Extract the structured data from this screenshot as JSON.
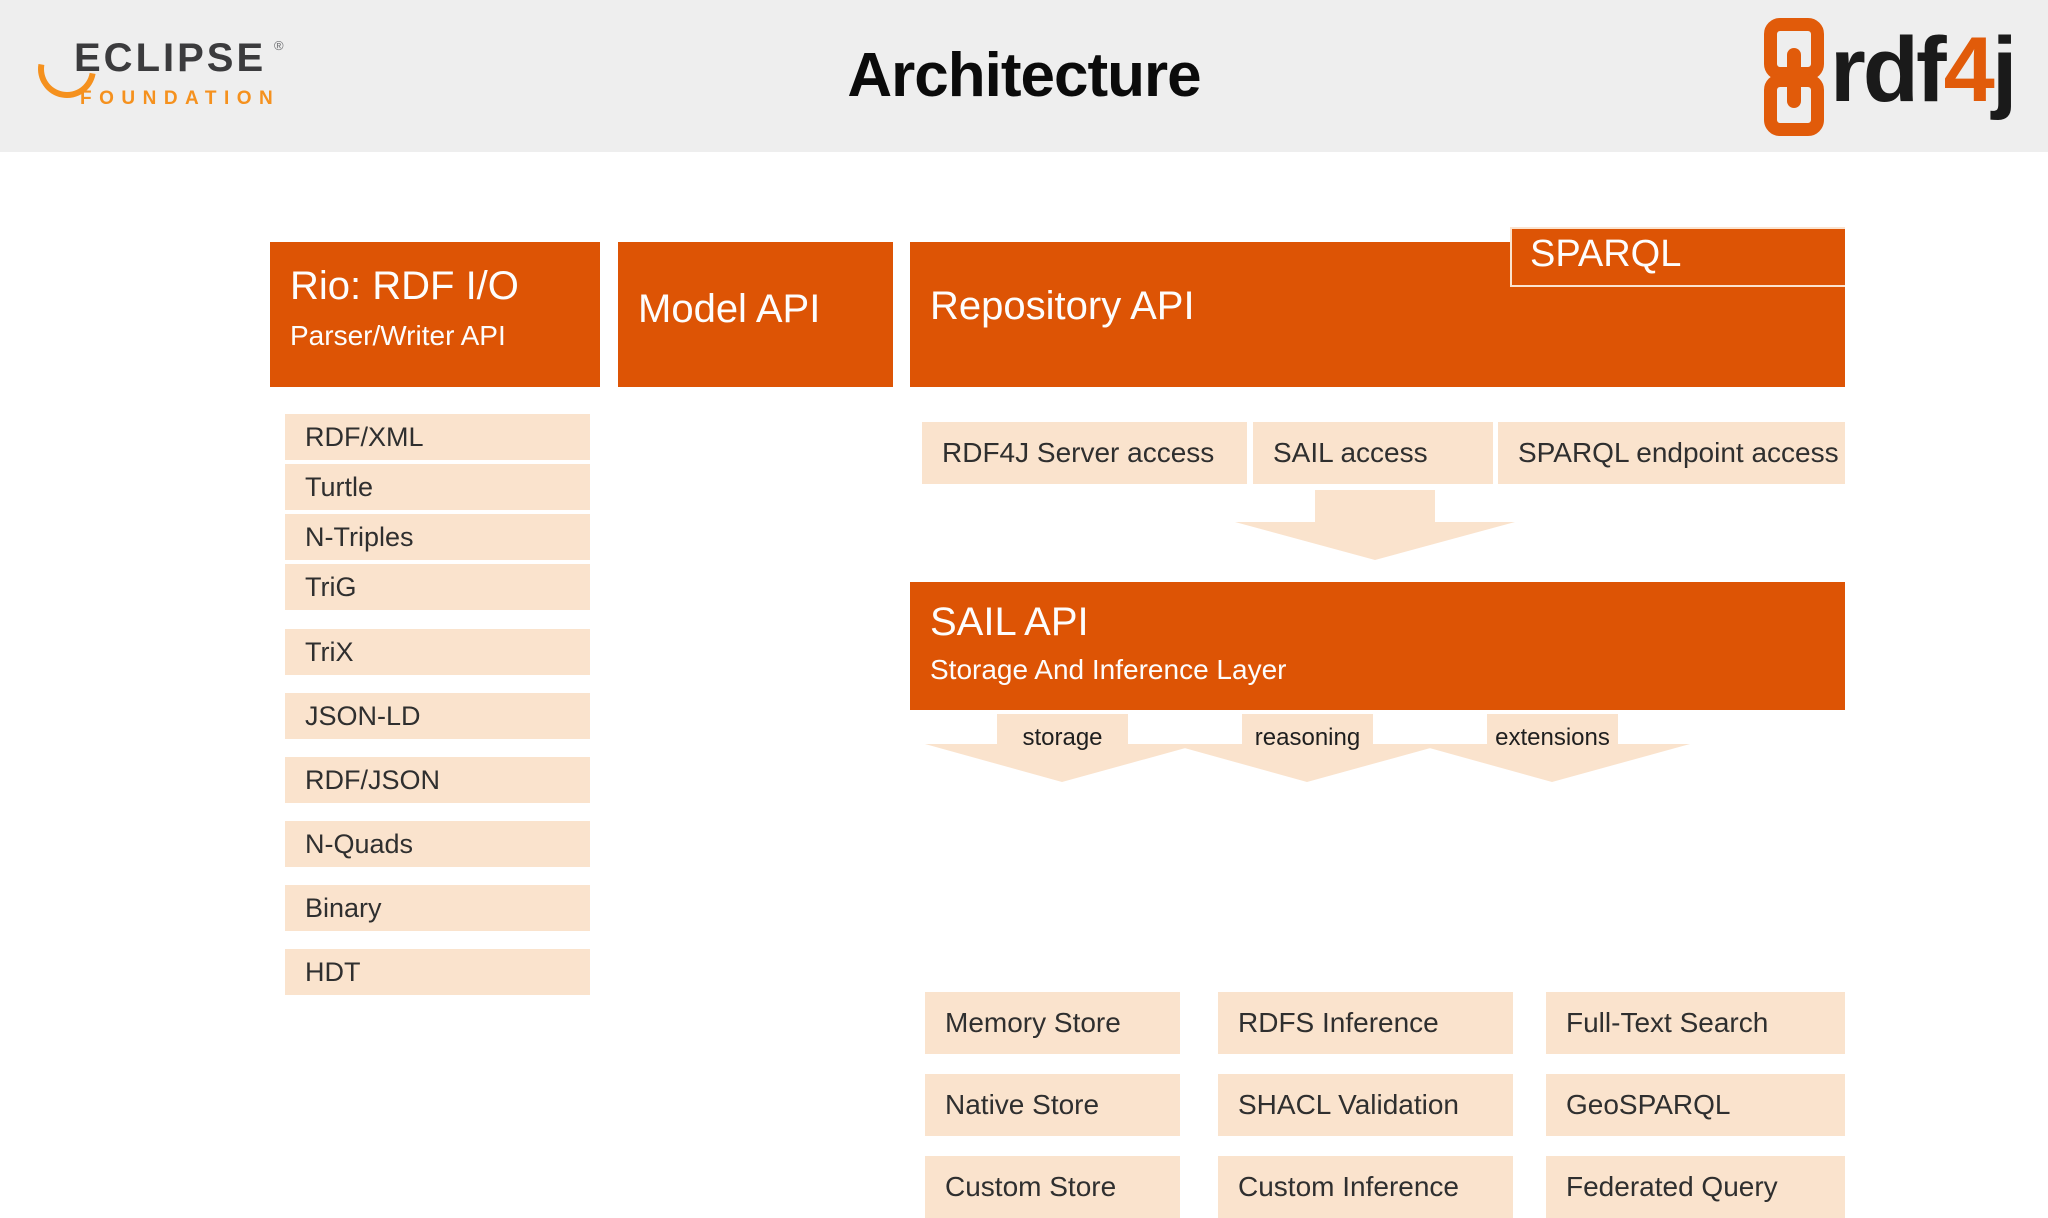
{
  "header": {
    "title": "Architecture",
    "background": "#eeeeee",
    "eclipse_logo": {
      "wordmark": "ECLIPSE",
      "registered": "®",
      "subtitle": "FOUNDATION",
      "arc_color": "#f5911e",
      "word_color": "#3b3b3d",
      "sub_color": "#f5911e"
    },
    "rdf4j_logo": {
      "text_primary": "rdf",
      "text_accent": "4",
      "text_suffix": "j",
      "icon": "chain-link-icon",
      "accent_color": "#e15b0a",
      "text_color": "#1a1a1a"
    }
  },
  "theme": {
    "orange": "#dd5405",
    "peach": "#fae3cd",
    "text_dark": "#2f2f2f",
    "text_light": "#fdfdfd"
  },
  "diagram": {
    "rio": {
      "title": "Rio: RDF I/O",
      "subtitle": "Parser/Writer API",
      "formats": [
        "RDF/XML",
        "Turtle",
        "N-Triples",
        "TriG",
        "TriX",
        "JSON-LD",
        "RDF/JSON",
        "N-Quads",
        "Binary",
        "HDT"
      ]
    },
    "model": {
      "title": "Model API"
    },
    "repository": {
      "title": "Repository API",
      "sparql_badge": "SPARQL",
      "access": [
        "RDF4J Server access",
        "SAIL access",
        "SPARQL endpoint access"
      ]
    },
    "flow_arrow": {
      "name": "repository-to-sail-arrow",
      "label": ""
    },
    "sail": {
      "title": "SAIL API",
      "subtitle": "Storage And Inference Layer"
    },
    "sail_branches": [
      {
        "arrow_label": "storage",
        "items": [
          "Memory Store",
          "Native Store",
          "Custom Store"
        ]
      },
      {
        "arrow_label": "reasoning",
        "items": [
          "RDFS Inference",
          "SHACL Validation",
          "Custom Inference"
        ]
      },
      {
        "arrow_label": "extensions",
        "items": [
          "Full-Text Search",
          "GeoSPARQL",
          "Federated Query"
        ]
      }
    ]
  }
}
